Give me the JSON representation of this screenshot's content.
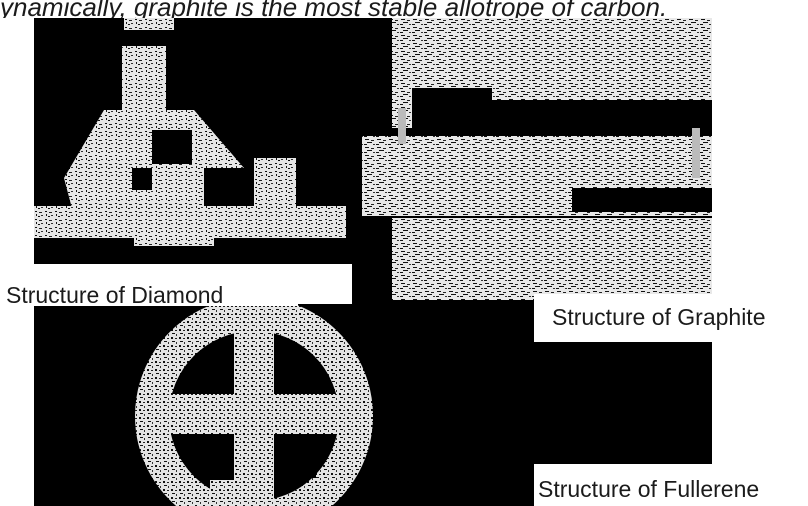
{
  "header": {
    "text": "ynamically, graphite is the most stable allotrope of carbon."
  },
  "figures": [
    {
      "caption": "Structure of Diamond"
    },
    {
      "caption": "Structure of Graphite"
    },
    {
      "caption": "Structure of Fullerene"
    }
  ],
  "colors": {
    "background": "#000000",
    "structure": "#ffffff"
  }
}
